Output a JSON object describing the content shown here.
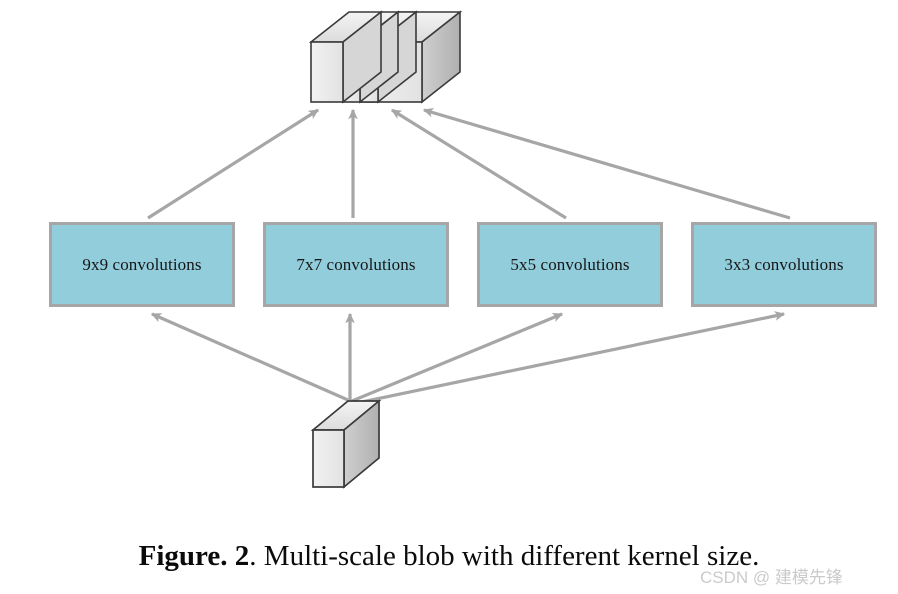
{
  "figure": {
    "caption_bold": "Figure. 2",
    "caption_rest": ". Multi-scale blob with different kernel size.",
    "watermark": "CSDN @ 建模先锋"
  },
  "colors": {
    "box_fill": "#92cddc",
    "box_border": "#a6a6a6",
    "arrow": "#a6a6a6",
    "blob_front": "#eeeeee",
    "blob_top": "#e6e6e6",
    "blob_side": "#bdbdbd",
    "blob_outline": "#3a3a3a",
    "background": "#ffffff",
    "text": "#161616"
  },
  "diagram": {
    "type": "multi-scale-blob",
    "input_blob": {
      "name": "input blob",
      "slabs": 1
    },
    "output_blob": {
      "name": "multi-scale concatenated blob",
      "slabs": 4
    },
    "branches": [
      {
        "id": "conv9",
        "label": "9x9 convolutions",
        "kernel": "9x9"
      },
      {
        "id": "conv7",
        "label": "7x7 convolutions",
        "kernel": "7x7"
      },
      {
        "id": "conv5",
        "label": "5x5 convolutions",
        "kernel": "5x5"
      },
      {
        "id": "conv3",
        "label": "3x3 convolutions",
        "kernel": "3x3"
      }
    ],
    "edges_in": [
      "input blob -> 9x9 convolutions",
      "input blob -> 7x7 convolutions",
      "input blob -> 5x5 convolutions",
      "input blob -> 3x3 convolutions"
    ],
    "edges_out": [
      "9x9 convolutions -> output blob",
      "7x7 convolutions -> output blob",
      "5x5 convolutions -> output blob",
      "3x3 convolutions -> output blob"
    ]
  }
}
